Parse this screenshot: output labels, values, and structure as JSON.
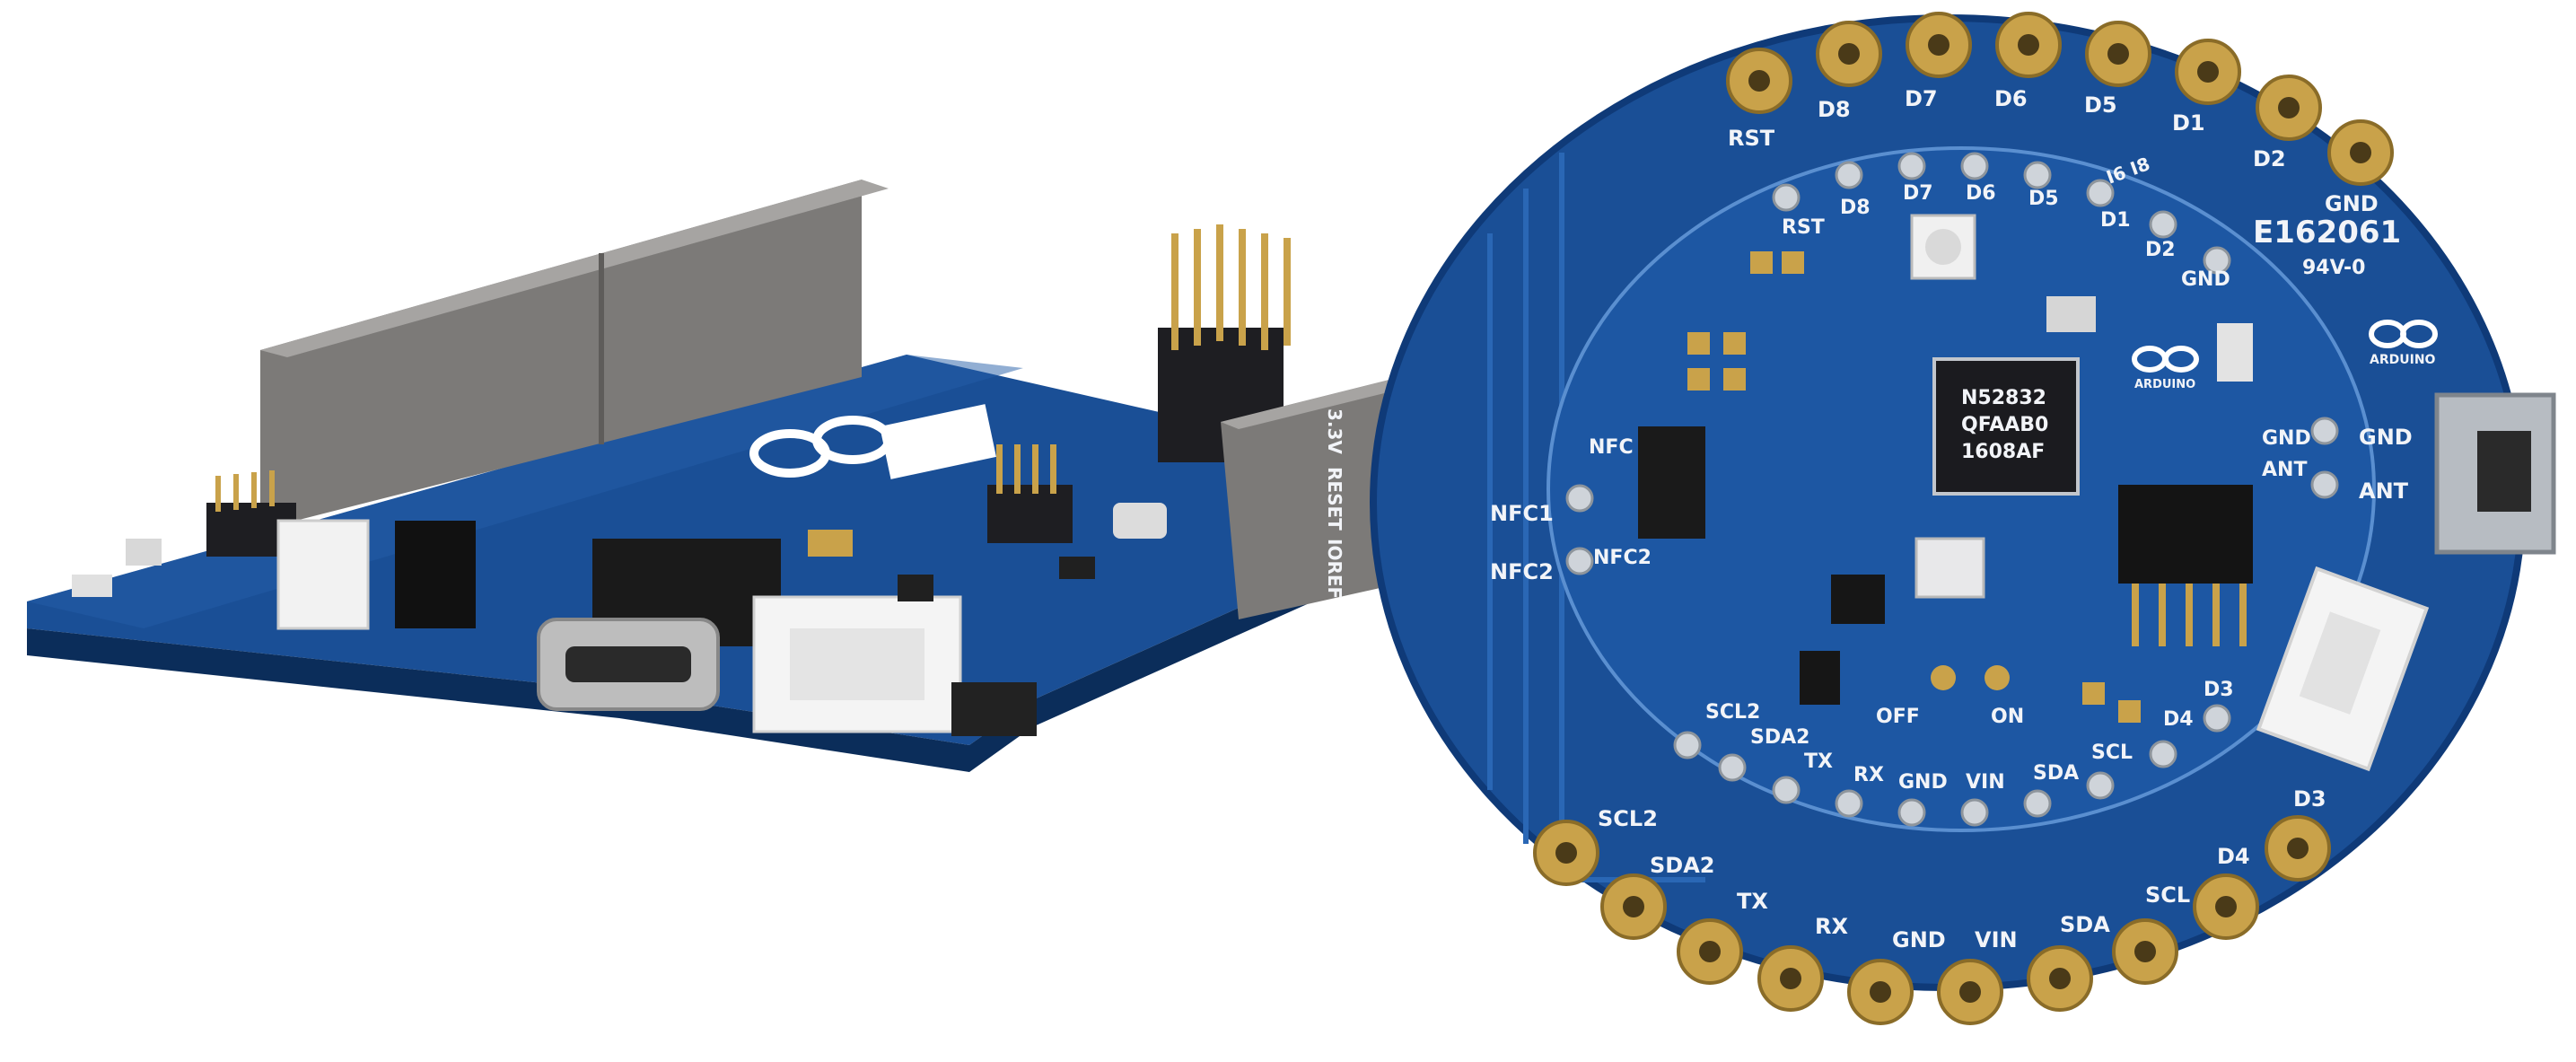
{
  "colors": {
    "background": "#ffffff",
    "pcb_blue": "#1a4f96",
    "pcb_blue_dark": "#0f3a78",
    "gold_pad": "#c9a24a",
    "silkscreen": "#f2f4f8"
  },
  "left_board": {
    "header_labels": [
      "3.3V",
      "RESET",
      "IOREF"
    ]
  },
  "right_board": {
    "outer_pad_labels_top": [
      "RST",
      "D8",
      "D7",
      "D6",
      "D5",
      "D1",
      "D2",
      "GND"
    ],
    "inner_pad_labels_top": [
      "RST",
      "D8",
      "D7",
      "D6",
      "D5",
      "D1",
      "D2",
      "GND"
    ],
    "outer_pad_labels_bottom": [
      "SCL2",
      "SDA2",
      "TX",
      "RX",
      "GND",
      "VIN",
      "SDA",
      "SCL",
      "D4",
      "D3"
    ],
    "inner_pad_labels_bottom": [
      "SCL2",
      "SDA2",
      "TX",
      "RX",
      "GND",
      "VIN",
      "SDA",
      "SCL",
      "D4",
      "D3"
    ],
    "left_labels_outer": [
      "NFC1",
      "NFC2"
    ],
    "left_labels_inner": [
      "NFC",
      "NFC2"
    ],
    "right_labels_outer": [
      "GND",
      "ANT"
    ],
    "right_labels_inner": [
      "GND",
      "ANT"
    ],
    "board_code": "E162061",
    "rating": "94V-0",
    "small_text": "I6 I8",
    "chip_marking": [
      "N52832",
      "QFAAB0",
      "1608AF"
    ],
    "switch_labels": [
      "OFF",
      "ON"
    ],
    "logo_text_inner": "ARDUINO",
    "logo_text_outer": "ARDUINO"
  }
}
